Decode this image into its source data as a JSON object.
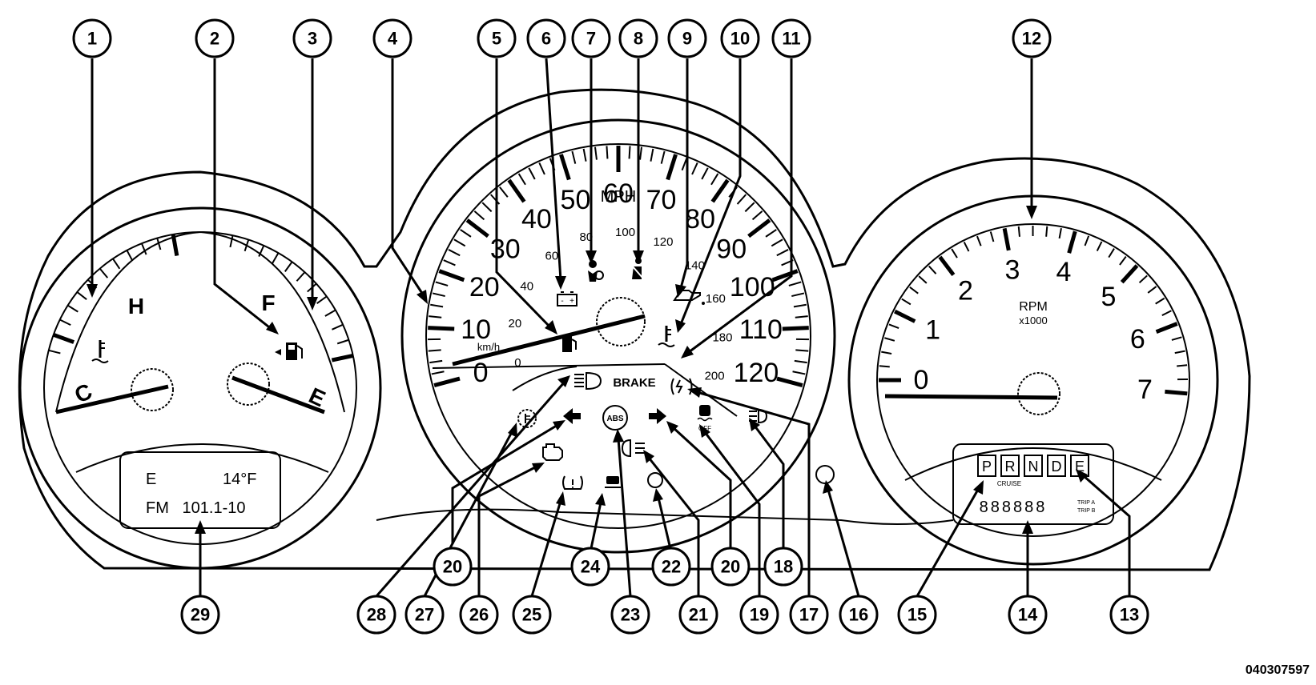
{
  "figure_id": "040307597",
  "left_gauge": {
    "temp_hot": "H",
    "temp_cold": "C",
    "fuel_full": "F",
    "fuel_empty": "E"
  },
  "display_lcd": {
    "compass": "E",
    "temperature": "14°F",
    "radio": "FM   101.1-10"
  },
  "speedometer": {
    "mph_labels": [
      "0",
      "10",
      "20",
      "30",
      "40",
      "50",
      "60",
      "70",
      "80",
      "90",
      "100",
      "110",
      "120"
    ],
    "unit": "MPH",
    "kmh_labels": [
      "0",
      "20",
      "40",
      "60",
      "80",
      "100",
      "120",
      "140",
      "160",
      "180",
      "200"
    ],
    "kmh_unit": "km/h",
    "brake_label": "BRAKE",
    "abs_label": "ABS",
    "tc_off_label": "OFF"
  },
  "tachometer": {
    "labels": [
      "0",
      "1",
      "2",
      "3",
      "4",
      "5",
      "6",
      "7"
    ],
    "unit": "RPM",
    "multiplier": "x1000",
    "gears": [
      "P",
      "R",
      "N",
      "D",
      "E"
    ],
    "cruise_label": "CRUISE",
    "odometer": "888888",
    "trip_labels": [
      "TRIP A",
      "TRIP B"
    ]
  },
  "callouts": [
    "1",
    "2",
    "3",
    "4",
    "5",
    "6",
    "7",
    "8",
    "9",
    "10",
    "11",
    "12",
    "13",
    "14",
    "15",
    "16",
    "17",
    "18",
    "19",
    "20",
    "20",
    "21",
    "22",
    "23",
    "24",
    "25",
    "26",
    "27",
    "20",
    "28",
    "29"
  ]
}
